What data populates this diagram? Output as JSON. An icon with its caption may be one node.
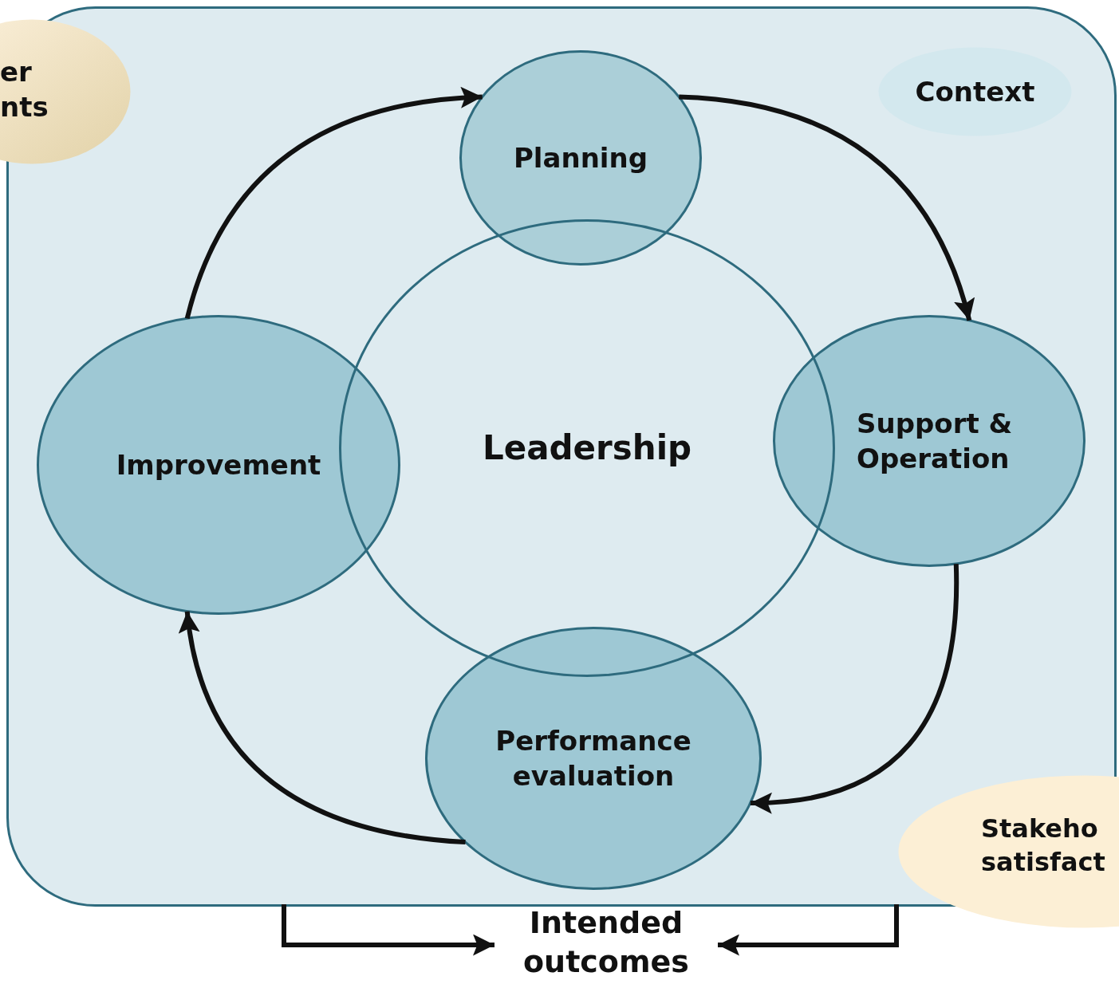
{
  "diagram": {
    "nodes": [
      {
        "text": [
          "er nts"
        ]
      },
      {
        "text": [],
        "shape": "box"
      },
      {
        "text": [
          "Context"
        ],
        "in": 1
      },
      {
        "text": [
          "Planning"
        ],
        "in": 1
      },
      {
        "text": [
          "Leadership"
        ],
        "in": 1
      },
      {
        "text": [
          "Improvement"
        ],
        "in": 1
      },
      {
        "text": [
          "Support & Operation"
        ],
        "in": 1
      },
      {
        "text": [
          "Performance evaluation"
        ],
        "in": 1
      },
      {
        "text": [
          "Stakeho satisfact"
        ]
      },
      {
        "text": [
          "Intended outcomes"
        ]
      }
    ],
    "edges": [
      {
        "from": 5,
        "to": 3,
        "arrow": "to"
      },
      {
        "from": 3,
        "to": 6,
        "arrow": "to"
      },
      {
        "from": 6,
        "to": 7,
        "arrow": "to"
      },
      {
        "from": 7,
        "to": 5,
        "arrow": "to"
      },
      {
        "from": 1,
        "to": 9,
        "arrow": "to"
      },
      {
        "from": 1,
        "to": 9,
        "arrow": "to"
      }
    ]
  }
}
